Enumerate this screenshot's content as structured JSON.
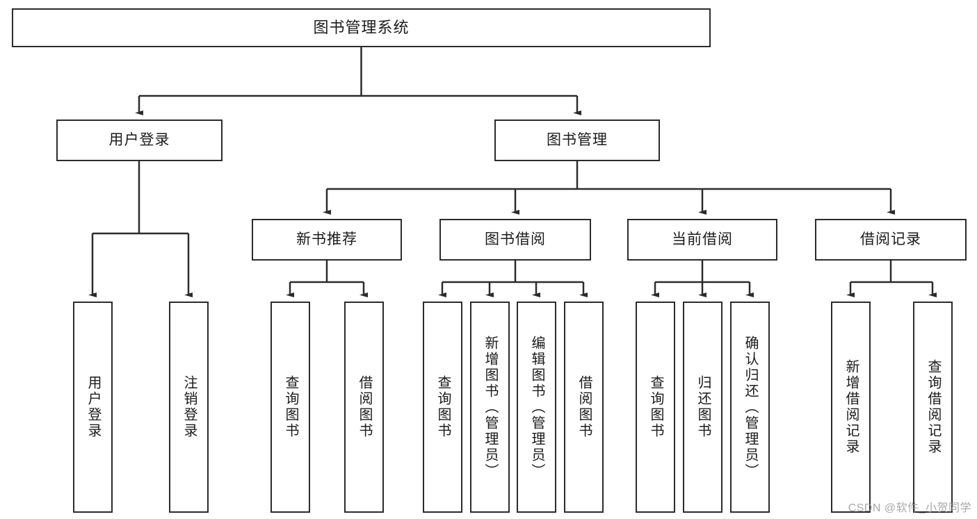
{
  "diagram": {
    "type": "tree-hierarchy",
    "title": "图书管理系统",
    "watermark": "CSDN @软件_小贺同学",
    "colors": {
      "border": "#2b2b2b",
      "background": "#ffffff",
      "text": "#1b1b1b",
      "watermark": "#9a9a9a"
    },
    "root": {
      "label": "图书管理系统"
    },
    "level2": [
      {
        "label": "用户登录"
      },
      {
        "label": "图书管理"
      }
    ],
    "level3": [
      {
        "label": "新书推荐"
      },
      {
        "label": "图书借阅"
      },
      {
        "label": "当前借阅"
      },
      {
        "label": "借阅记录"
      }
    ],
    "leaves": {
      "user_login": [
        {
          "label": "用户登录"
        },
        {
          "label": "注销登录"
        }
      ],
      "new_book_recommend": [
        {
          "label": "查询图书"
        },
        {
          "label": "借阅图书"
        }
      ],
      "book_borrow": [
        {
          "label": "查询图书"
        },
        {
          "label": "新增图书（管理员）"
        },
        {
          "label": "编辑图书（管理员）"
        },
        {
          "label": "借阅图书"
        }
      ],
      "current_borrow": [
        {
          "label": "查询图书"
        },
        {
          "label": "归还图书"
        },
        {
          "label": "确认归还（管理员）"
        }
      ],
      "borrow_record": [
        {
          "label": "新增借阅记录"
        },
        {
          "label": "查询借阅记录"
        }
      ]
    }
  }
}
